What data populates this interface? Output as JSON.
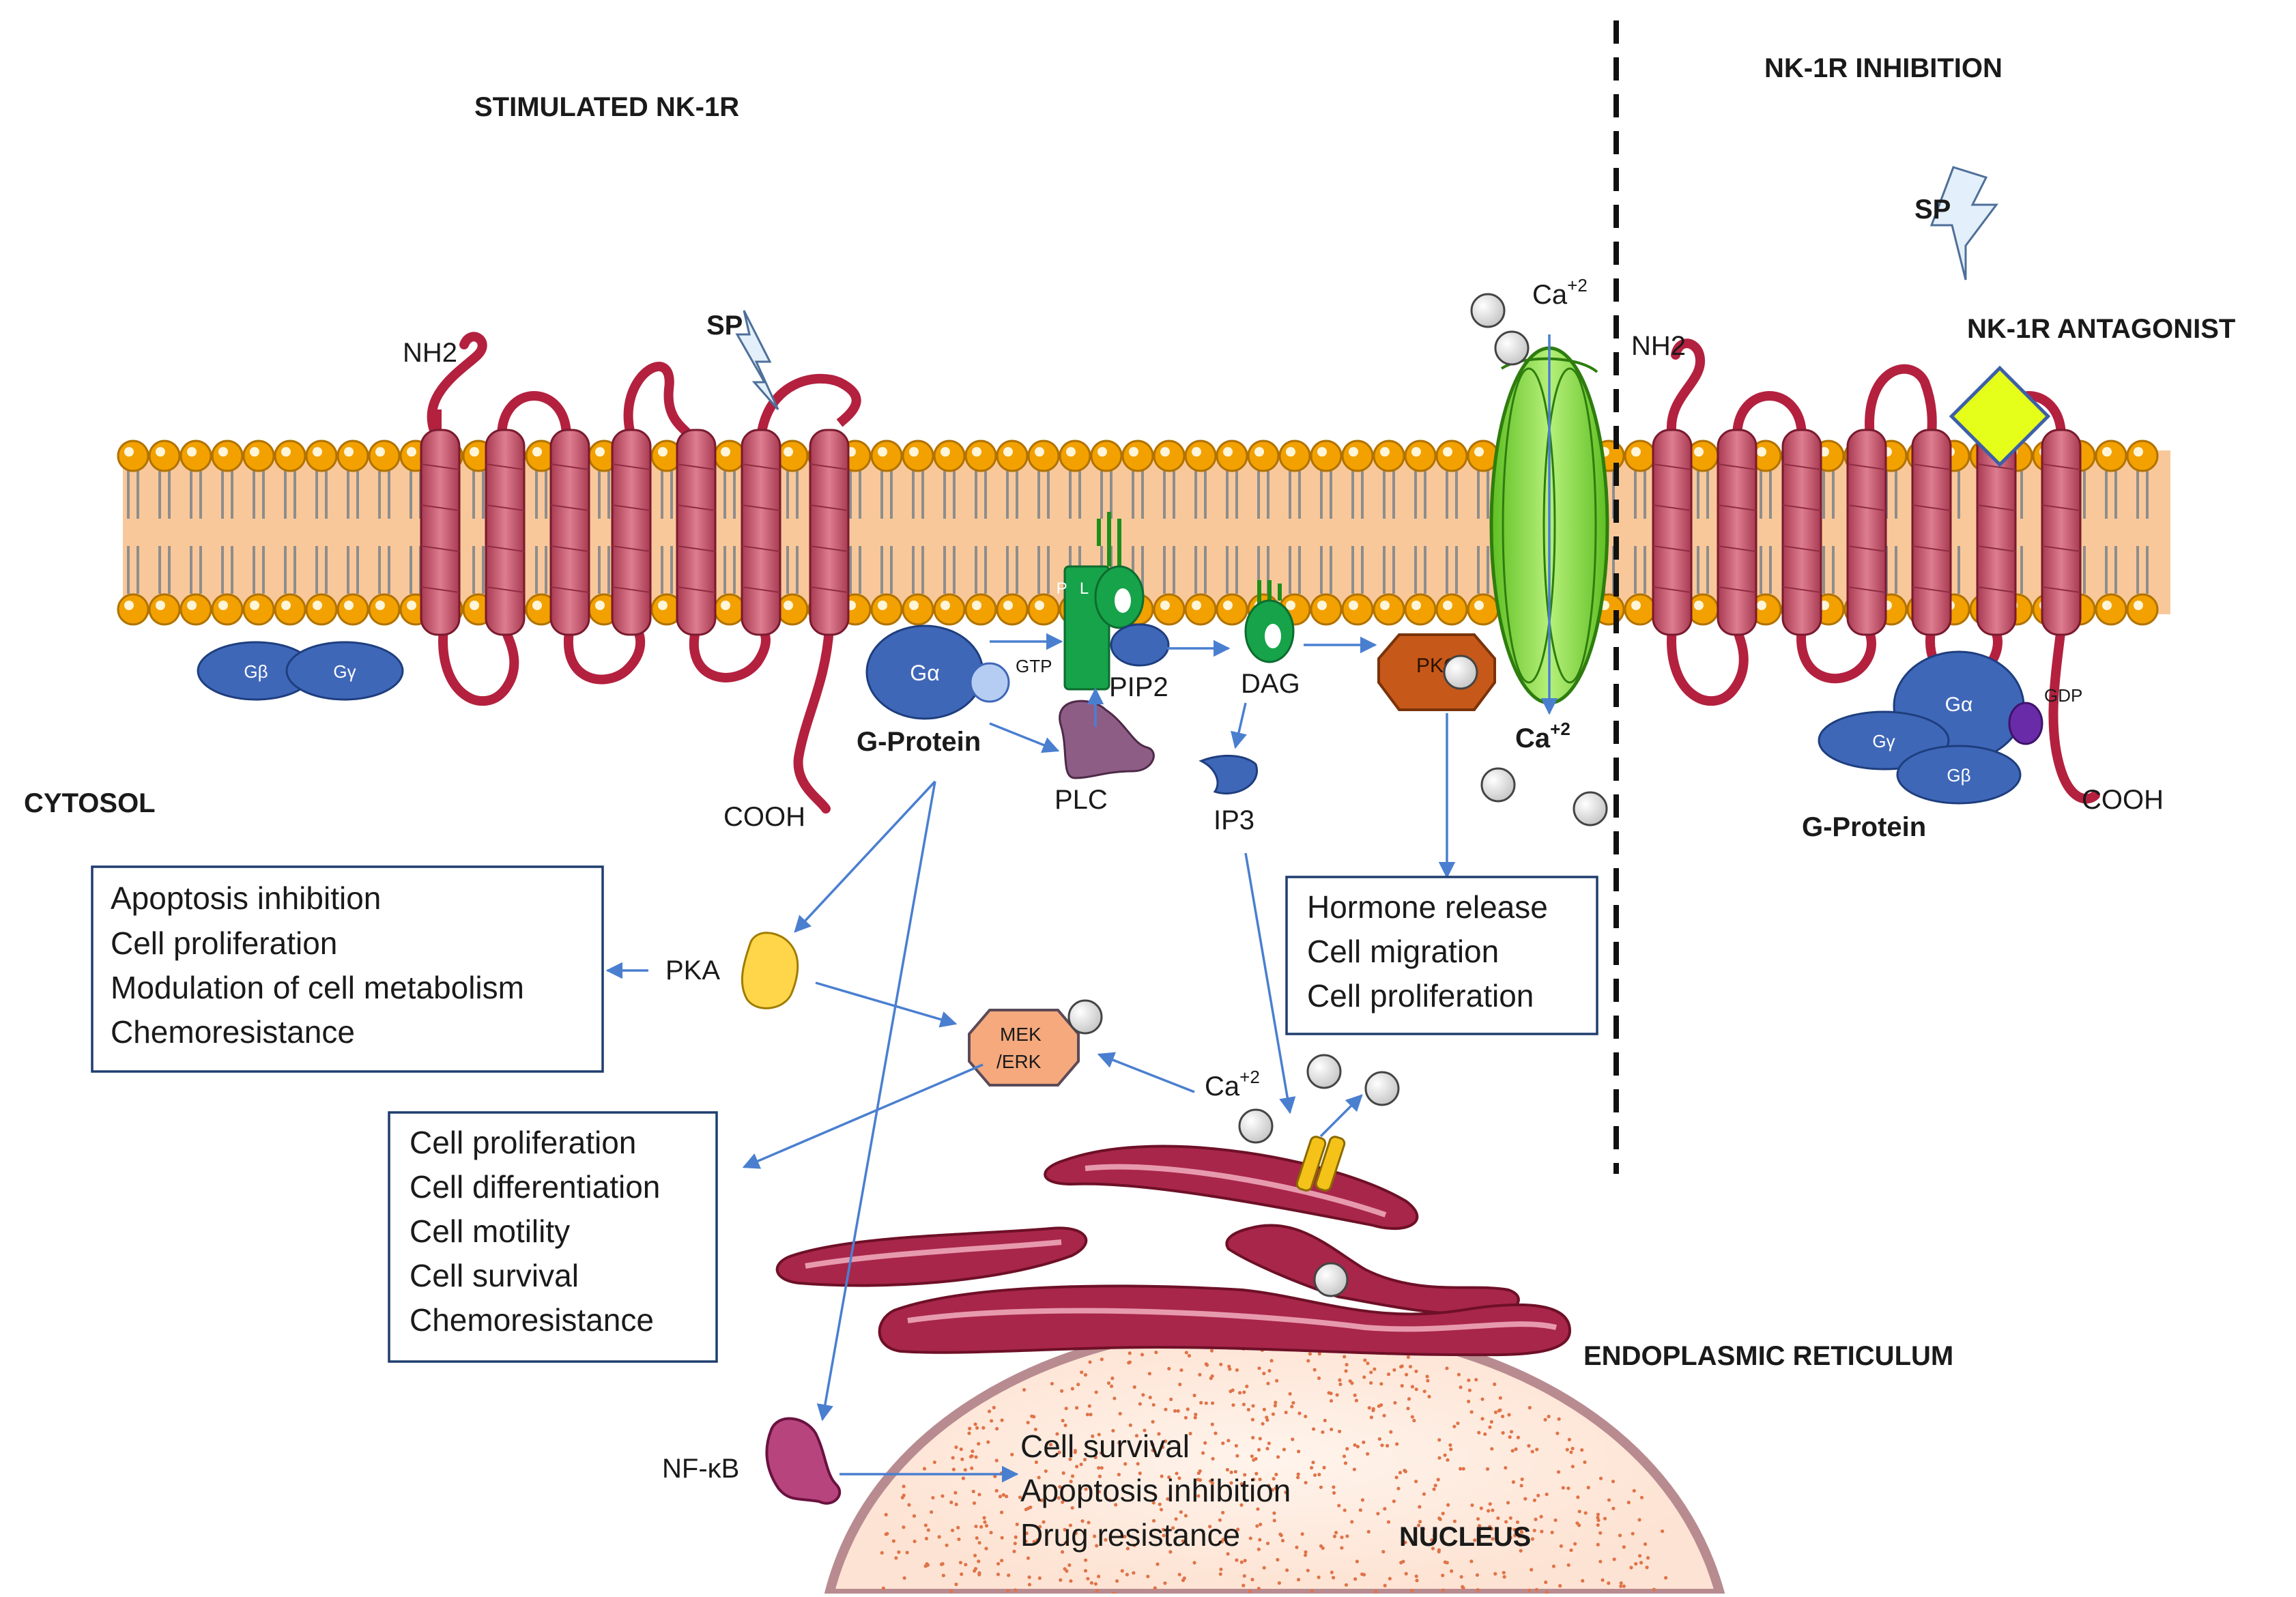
{
  "headers": {
    "stimulated": "STIMULATED NK-1R",
    "inhibition": "NK-1R INHIBITION",
    "cytosol": "CYTOSOL",
    "er": "ENDOPLASMIC RETICULUM",
    "nucleus": "NUCLEUS",
    "antagonist": "NK-1R ANTAGONIST"
  },
  "labels": {
    "nh2_left": "NH2",
    "nh2_right": "NH2",
    "cooh_left": "COOH",
    "cooh_right": "COOH",
    "sp_left": "SP",
    "sp_right": "SP",
    "g_beta": "Gβ",
    "g_gamma": "Gγ",
    "g_alpha": "Gα",
    "gtp": "GTP",
    "gdp": "GDP",
    "g_protein_left": "G-Protein",
    "g_protein_right": "G-Protein",
    "plc_membrane": "P L C",
    "plc": "PLC",
    "pip2": "PIP2",
    "dag": "DAG",
    "ip3": "IP3",
    "pkc": "PKC",
    "pka": "PKA",
    "mek_erk_1": "MEK",
    "mek_erk_2": "/ERK",
    "nfkb": "NF-κB",
    "ca_top": "Ca",
    "ca_top_sup": "+2",
    "ca_mid": "Ca",
    "ca_mid_sup": "+2",
    "ca_low": "Ca",
    "ca_low_sup": "+2",
    "g_alpha_r": "Gα",
    "g_gamma_r": "Gγ",
    "g_beta_r": "Gβ"
  },
  "boxes": {
    "pka_effects": [
      "Apoptosis inhibition",
      "Cell proliferation",
      "Modulation of cell metabolism",
      "Chemoresistance"
    ],
    "pkc_effects": [
      "Hormone release",
      "Cell migration",
      "Cell proliferation"
    ],
    "mek_effects": [
      "Cell proliferation",
      "Cell differentiation",
      "Cell motility",
      "Cell survival",
      "Chemoresistance"
    ],
    "nfkb_effects": [
      "Cell survival",
      "Apoptosis inhibition",
      "Drug resistance"
    ]
  },
  "colors": {
    "membrane": "#f8c89a",
    "lipid_head": "#f2a100",
    "receptor": "#c9566c",
    "loop": "#b3213f",
    "g_protein": "#3f67b8",
    "arrow": "#4a7fd0",
    "channel": "#8ee04a",
    "er": "#a8264a",
    "pkc": "#c6581a",
    "pka": "#ffd64a",
    "mek": "#f5a97c",
    "nfkb": "#b8447e",
    "plc_green": "#16a34a",
    "antagonist": "#e6ff1a"
  }
}
